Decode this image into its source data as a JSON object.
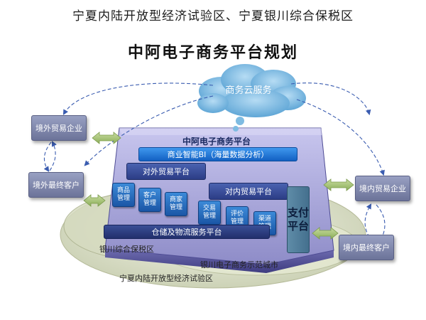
{
  "title_line1": "宁夏内陆开放型经济试验区、宁夏银川综合保税区",
  "title_line2": "中阿电子商务平台规划",
  "cloud": "商务云服务",
  "platform_title": "中阿电子商务平台",
  "bi_label": "商业智能BI（海量数据分析）",
  "foreign_trade": "对外贸易平台",
  "domestic_trade": "对内贸易平台",
  "modules": [
    "商品\n管理",
    "客户\n管理",
    "商家\n管理",
    "交易\n管理",
    "评价\n管理",
    "渠道\n管理"
  ],
  "storage_logistics": "仓储及物流服务平台",
  "payment": "支付\n平台",
  "left_boxes": [
    "境外贸易企业",
    "境外最终客户"
  ],
  "right_boxes": [
    "境内贸易企业",
    "境内最终客户"
  ],
  "zones": {
    "bonded": "银川综合保税区",
    "demo_city": "银川电子商务示范城市",
    "experimental": "宁夏内陆开放型经济试验区"
  }
}
